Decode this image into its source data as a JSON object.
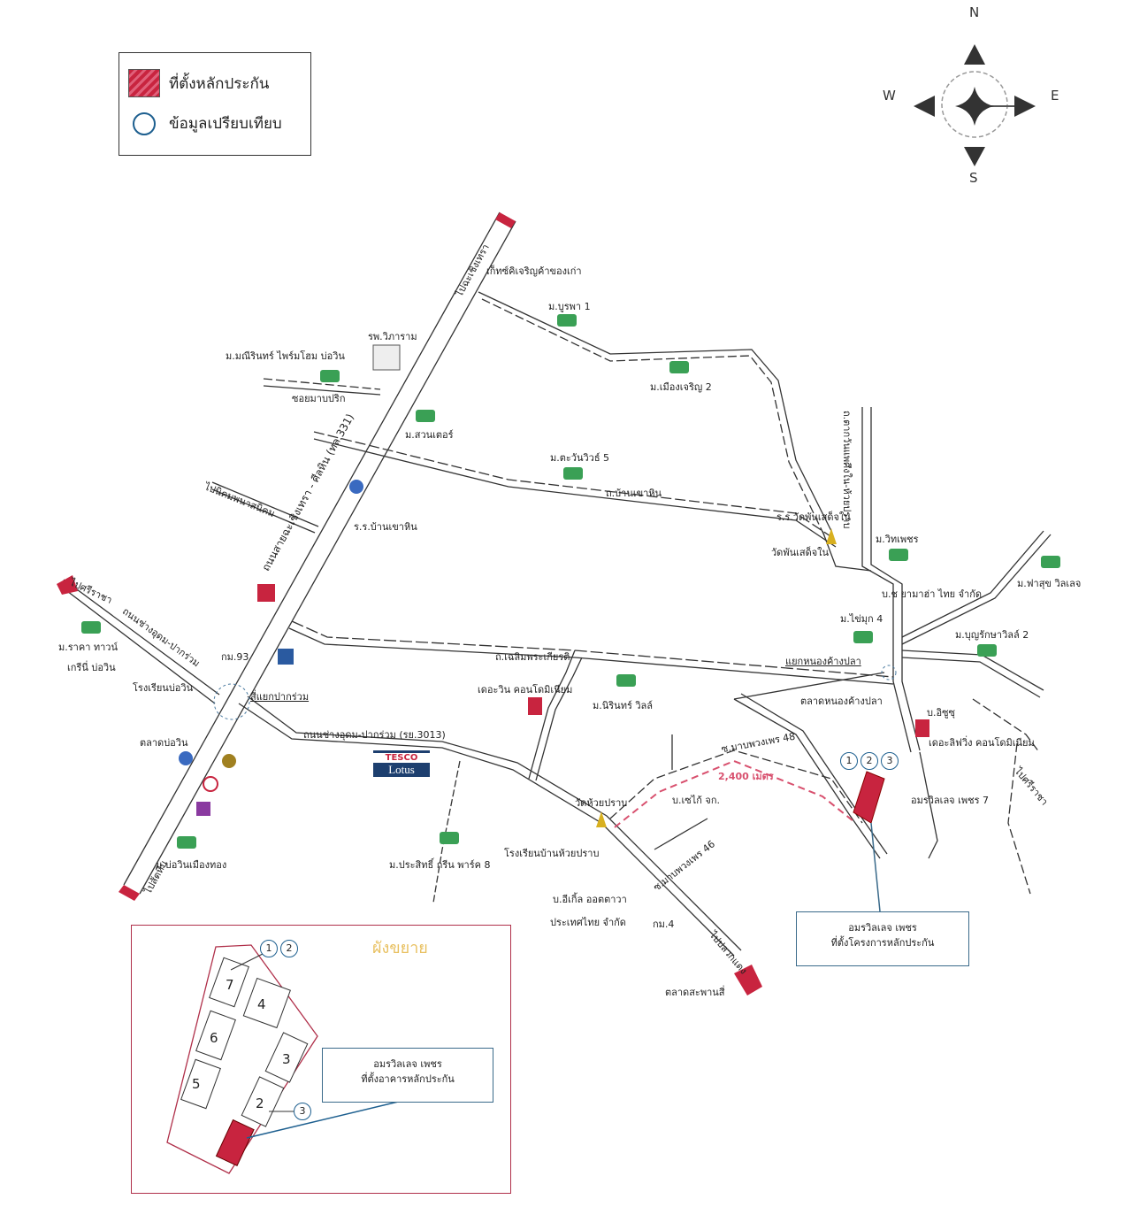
{
  "legend": {
    "collateral_label": "ที่ตั้งหลักประกัน",
    "comparison_label": "ข้อมูลเปรียบเทียบ"
  },
  "compass": {
    "n": "N",
    "s": "S",
    "e": "E",
    "w": "W"
  },
  "roads": {
    "main_highway": "ถนนสายฉะเชิงเทรา - ศีลหิน (ทล.331)",
    "to_chachoengsao": "ไปฉะเชิงเทรา",
    "to_sattahip": "ไปสัตหีบ",
    "to_sriracha": "ไปศรีราชา",
    "to_nikom": "ไปนิคมพนาสนิคม",
    "ban_khao_hin": "ถ.บ้านเขาหิน",
    "chaloem_phrakiat": "ถ.เฉลิมพระเกียรติ",
    "nong_kho_road": "ถนนช่างอุดม-ปากร่วม",
    "route_3013": "ถนนช่างอุดม-ปากร่วม (รย.3013)",
    "soi_mabprik": "ซอยมาบปริก",
    "soi_48": "ซ.มาบพวงเพร 48",
    "soi_46": "ซ.มาบพวงเพร 46",
    "to_pluak_daeng": "ไปปลวกแดง",
    "to_right": "ไปศรีราชา",
    "north_road": "ถ.ตากวันแพศึงใน-ห้วยปราบ",
    "school_rd": "ร.ร.วัดพันเสด็จใน",
    "km93": "กม.93",
    "km4": "กม.4"
  },
  "places": {
    "hospital": "รพ.วิภาราม",
    "village_mani": "ม.มณีรินทร์ ไพร์มโฮม บ่อวิน",
    "jtu_car": "เก็ทซ์คิเจริญค้าของเก่า",
    "burapha1": "ม.บูรพา 1",
    "muangcharoen2": "ม.เมืองเจริญ 2",
    "sawan": "ม.สวนเตอร์",
    "tawan5": "ม.ตะวันวิวธ์ 5",
    "school_khaohin": "ร.ร.บ้านเขาหิน",
    "wat_phansadet": "วัดพันเสด็จใน",
    "witphet": "ม.วิทเพชร",
    "company_thai": "บ.ช ยามาฮ่า ไทย จำกัด",
    "phasuk": "ม.ฟาสุข วิลเลจ",
    "khaimuk4": "ม.ไข่มุก 4",
    "boonrak2": "ม.บุญรักษาวิลล์ 2",
    "nong_kho_junction": "แยกหนองค้างปลา",
    "market_nongkho": "ตลาดหนองค้างปลา",
    "company_a": "บ.อิซูซุ",
    "condo_right": "เดอะลิฟวิ่ง คอนโดมิเนียม",
    "amorn7": "อมรวิลเลจ เพชร 7",
    "raka": "ม.ราคา ทาวน์",
    "greenvillage": "เกรีนี่ บ่อวิน",
    "school_bowin": "โรงเรียนบ่อวิน",
    "market_bowin": "ตลาดบ่อวิน",
    "junction_pakruam": "สี่แยกปากร่วม",
    "condo_mid": "เดอะวิน คอนโดมิเนียม",
    "nirin": "ม.นิรินทร์ วิลล์",
    "tesco_top": "TESCO",
    "tesco_bottom": "Lotus",
    "wat_huaiprap": "วัดห้วยปราบ",
    "company_chai": "บ.เซไก้ จก.",
    "distance": "2,400 เมตร",
    "school_huaiprap": "โรงเรียนบ้านห้วยปราบ",
    "prasitlor": "ม.ประสิทธิ์ กรีน พาร์ค 8",
    "eagle_1": "บ.อีเกิ้ล ออตตาวา",
    "eagle_2": "ประเทศไทย จำกัด",
    "market_bottom": "ตลาดสะพานสี่",
    "bowin_muangthong": "ม.บ่อวินเมืองทอง"
  },
  "main_callout": {
    "line1": "อมรวิลเลจ เพชร",
    "line2": "ที่ตั้งโครงการหลักประกัน"
  },
  "comparison_markers": [
    "1",
    "2",
    "3"
  ],
  "inset": {
    "title": "ผังขยาย",
    "markers_top": [
      "1",
      "2"
    ],
    "marker_bottom": "3",
    "buildings": [
      "7",
      "4",
      "6",
      "5",
      "3",
      "2"
    ],
    "callout_line1": "อมรวิลเลจ เพชร",
    "callout_line2": "ที่ตั้งอาคารหลักประกัน"
  },
  "colors": {
    "collateral": "#c8243f",
    "comparison": "#1d5f8f",
    "distance_path": "#d8506e",
    "inset_border": "#b0304a",
    "inset_title": "#e8c060"
  }
}
